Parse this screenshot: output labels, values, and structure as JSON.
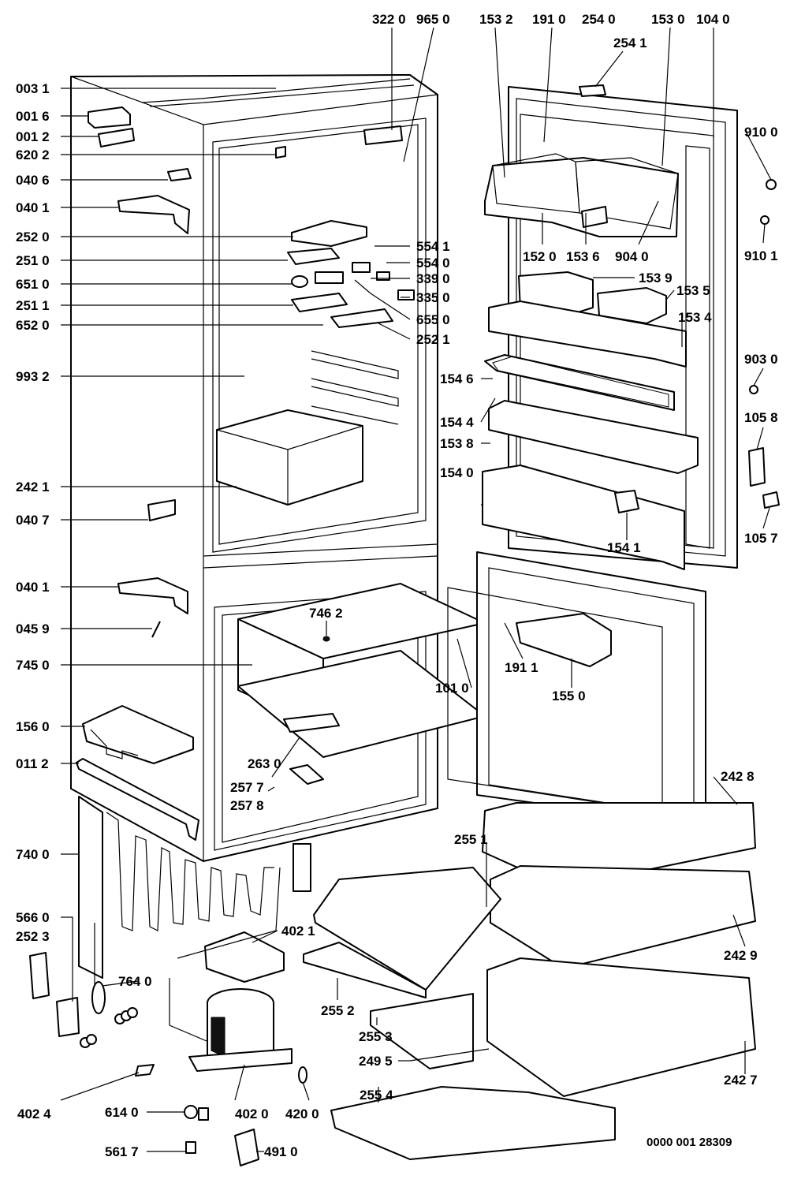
{
  "drawing_reference": "0000 001 28309",
  "callouts": [
    {
      "id": "p0031",
      "text": "003 1"
    },
    {
      "id": "p0016",
      "text": "001 6"
    },
    {
      "id": "p0012",
      "text": "001 2"
    },
    {
      "id": "p6202",
      "text": "620 2"
    },
    {
      "id": "p0406",
      "text": "040 6"
    },
    {
      "id": "p0401a",
      "text": "040 1"
    },
    {
      "id": "p2520",
      "text": "252 0"
    },
    {
      "id": "p2510",
      "text": "251 0"
    },
    {
      "id": "p6510",
      "text": "651 0"
    },
    {
      "id": "p2511",
      "text": "251 1"
    },
    {
      "id": "p6520",
      "text": "652 0"
    },
    {
      "id": "p9932",
      "text": "993 2"
    },
    {
      "id": "p2421",
      "text": "242 1"
    },
    {
      "id": "p0407",
      "text": "040 7"
    },
    {
      "id": "p0401b",
      "text": "040 1"
    },
    {
      "id": "p0459",
      "text": "045 9"
    },
    {
      "id": "p7450",
      "text": "745 0"
    },
    {
      "id": "p1560",
      "text": "156 0"
    },
    {
      "id": "p0112",
      "text": "011 2"
    },
    {
      "id": "p7400",
      "text": "740 0"
    },
    {
      "id": "p5660",
      "text": "566 0"
    },
    {
      "id": "p2523",
      "text": "252 3"
    },
    {
      "id": "p4024",
      "text": "402 4"
    },
    {
      "id": "p6140",
      "text": "614 0"
    },
    {
      "id": "p5617",
      "text": "561 7"
    },
    {
      "id": "p3220",
      "text": "322 0"
    },
    {
      "id": "p9650",
      "text": "965 0"
    },
    {
      "id": "p1532",
      "text": "153 2"
    },
    {
      "id": "p1910",
      "text": "191 0"
    },
    {
      "id": "p2540",
      "text": "254 0"
    },
    {
      "id": "p1530",
      "text": "153 0"
    },
    {
      "id": "p1040",
      "text": "104 0"
    },
    {
      "id": "p2541",
      "text": "254 1"
    },
    {
      "id": "p9100",
      "text": "910 0"
    },
    {
      "id": "p9101",
      "text": "910 1"
    },
    {
      "id": "p5541",
      "text": "554 1"
    },
    {
      "id": "p5540",
      "text": "554 0"
    },
    {
      "id": "p3390",
      "text": "339 0"
    },
    {
      "id": "p3350",
      "text": "335 0"
    },
    {
      "id": "p6550",
      "text": "655 0"
    },
    {
      "id": "p2521",
      "text": "252 1"
    },
    {
      "id": "p1520",
      "text": "152 0"
    },
    {
      "id": "p1536",
      "text": "153 6"
    },
    {
      "id": "p9040",
      "text": "904 0"
    },
    {
      "id": "p1539",
      "text": "153 9"
    },
    {
      "id": "p1535",
      "text": "153 5"
    },
    {
      "id": "p1534",
      "text": "153 4"
    },
    {
      "id": "p9030",
      "text": "903 0"
    },
    {
      "id": "p1546",
      "text": "154 6"
    },
    {
      "id": "p1544",
      "text": "154 4"
    },
    {
      "id": "p1538",
      "text": "153 8"
    },
    {
      "id": "p1058",
      "text": "105 8"
    },
    {
      "id": "p1540",
      "text": "154 0"
    },
    {
      "id": "p1541",
      "text": "154 1"
    },
    {
      "id": "p1057",
      "text": "105 7"
    },
    {
      "id": "p7462",
      "text": "746 2"
    },
    {
      "id": "p1911",
      "text": "191 1"
    },
    {
      "id": "p1010",
      "text": "101 0"
    },
    {
      "id": "p1550",
      "text": "155 0"
    },
    {
      "id": "p2630",
      "text": "263 0"
    },
    {
      "id": "p2577",
      "text": "257 7"
    },
    {
      "id": "p2578",
      "text": "257 8"
    },
    {
      "id": "p2428",
      "text": "242 8"
    },
    {
      "id": "p2551",
      "text": "255 1"
    },
    {
      "id": "p4021",
      "text": "402 1"
    },
    {
      "id": "p7640",
      "text": "764 0"
    },
    {
      "id": "p2429",
      "text": "242 9"
    },
    {
      "id": "p2552",
      "text": "255 2"
    },
    {
      "id": "p2553",
      "text": "255 3"
    },
    {
      "id": "p2495",
      "text": "249 5"
    },
    {
      "id": "p2427",
      "text": "242 7"
    },
    {
      "id": "p2554",
      "text": "255 4"
    },
    {
      "id": "p4020",
      "text": "402 0"
    },
    {
      "id": "p4200",
      "text": "420 0"
    },
    {
      "id": "p4910",
      "text": "491 0"
    }
  ]
}
